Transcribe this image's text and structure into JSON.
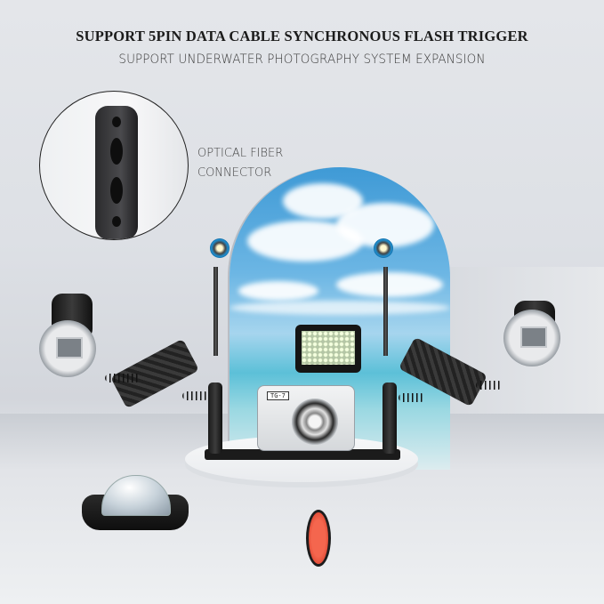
{
  "header": {
    "headline": "SUPPORT 5PIN DATA CABLE SYNCHRONOUS FLASH TRIGGER",
    "subheadline": "SUPPORT UNDERWATER PHOTOGRAPHY SYSTEM EXPANSION"
  },
  "inset": {
    "label_line1": "OPTICAL FIBER",
    "label_line2": "CONNECTOR",
    "icon": "optical-fiber-port"
  },
  "product": {
    "camera_model_tag": "TG-7",
    "items": [
      "underwater-camera-housing",
      "led-video-light",
      "dual-handle-tray",
      "strobe-left",
      "strobe-right",
      "focus-torch-left",
      "focus-torch-right",
      "carbon-fiber-float-arm-left",
      "carbon-fiber-float-arm-right",
      "wide-angle-dome-port",
      "red-color-filter"
    ]
  },
  "colors": {
    "headline": "#1b1b1b",
    "subheadline": "#3a3a3a",
    "sky": "#3f9ad6",
    "filter_red": "#f4664e",
    "torch_ring": "#1e8fd1"
  }
}
